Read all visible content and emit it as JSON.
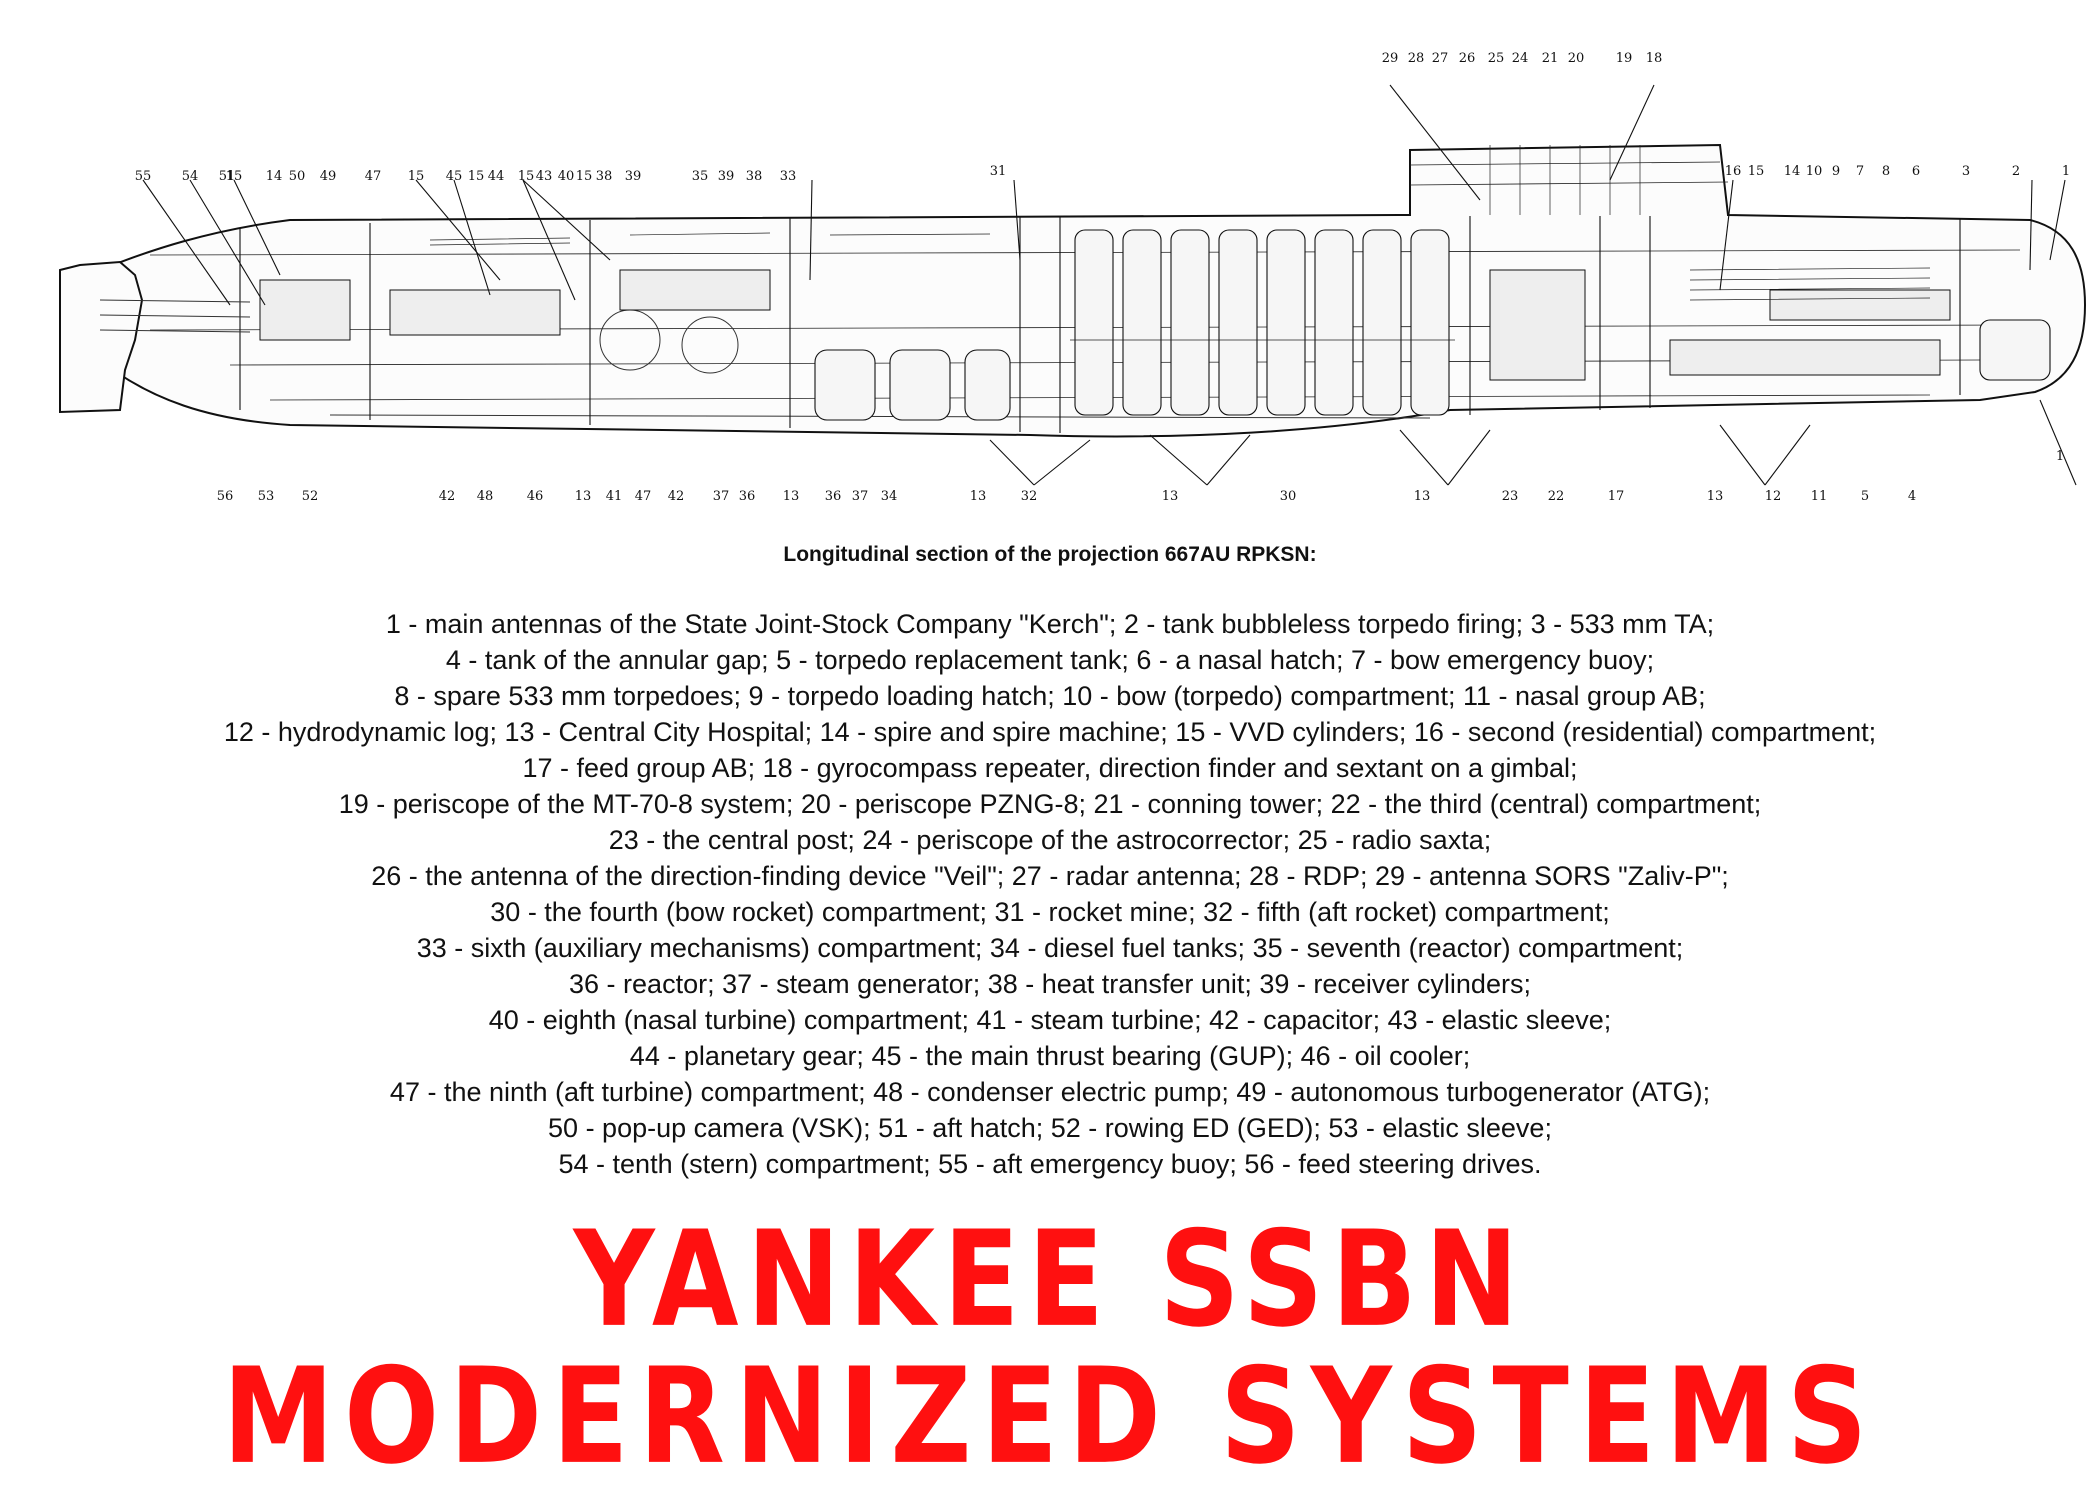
{
  "diagram": {
    "callouts_top": [
      "55",
      "54",
      "51",
      "15",
      "14",
      "50",
      "49",
      "47",
      "15",
      "45",
      "15",
      "44",
      "15",
      "43",
      "40",
      "15",
      "38",
      "39",
      "35",
      "39",
      "38",
      "33",
      "31",
      "29",
      "28",
      "27",
      "26",
      "25",
      "24",
      "21",
      "20",
      "19",
      "18",
      "16",
      "15",
      "14",
      "10",
      "9",
      "7",
      "8",
      "6",
      "3",
      "2",
      "1"
    ],
    "callouts_bottom": [
      "56",
      "53",
      "52",
      "42",
      "48",
      "46",
      "13",
      "41",
      "47",
      "42",
      "37",
      "36",
      "13",
      "36",
      "37",
      "34",
      "13",
      "32",
      "13",
      "30",
      "13",
      "23",
      "22",
      "17",
      "13",
      "12",
      "11",
      "5",
      "4",
      "1"
    ]
  },
  "caption": "Longitudinal section of the projection 667AU RPKSN:",
  "legend": [
    "1 - main antennas of the State Joint-Stock Company \"Kerch\"; 2 - tank bubbleless torpedo firing; 3 - 533 mm TA;",
    "4 - tank of the annular gap; 5 - torpedo replacement tank; 6 - a nasal hatch; 7 - bow emergency buoy;",
    "8 - spare 533 mm torpedoes; 9 - torpedo loading hatch; 10 - bow (torpedo) compartment; 11 - nasal group AB;",
    "12 - hydrodynamic log; 13 - Central City Hospital; 14 - spire and spire machine; 15 - VVD cylinders; 16 - second (residential) compartment;",
    "17 - feed group AB; 18 - gyrocompass repeater, direction finder and sextant on a gimbal;",
    "19 - periscope of the MT-70-8 system; 20 - periscope PZNG-8; 21 - conning tower; 22 - the third (central) compartment;",
    "23 - the central post; 24 - periscope of the astrocorrector; 25 - radio saxta;",
    "26 - the antenna of the direction-finding device \"Veil\"; 27 - radar antenna; 28 - RDP; 29 - antenna SORS \"Zaliv-P\";",
    "30 - the fourth (bow rocket) compartment; 31 - rocket mine; 32 - fifth (aft rocket) compartment;",
    "33 - sixth (auxiliary mechanisms) compartment; 34 - diesel fuel tanks; 35 - seventh (reactor) compartment;",
    "36 - reactor; 37 - steam generator; 38 - heat transfer unit; 39 - receiver cylinders;",
    "40 - eighth (nasal turbine) compartment; 41 - steam turbine; 42 - capacitor; 43 - elastic sleeve;",
    "44 - planetary gear; 45 - the main thrust bearing (GUP); 46 - oil cooler;",
    "47 - the ninth (aft turbine) compartment; 48 - condenser electric pump; 49 - autonomous turbogenerator (ATG);",
    "50 - pop-up camera (VSK); 51 - aft hatch; 52 - rowing ED (GED); 53 - elastic sleeve;",
    "54 - tenth (stern) compartment; 55 - aft emergency buoy; 56 - feed steering drives."
  ],
  "title_line_1": "YANKEE SSBN",
  "title_line_2": "MODERNIZED SYSTEMS"
}
